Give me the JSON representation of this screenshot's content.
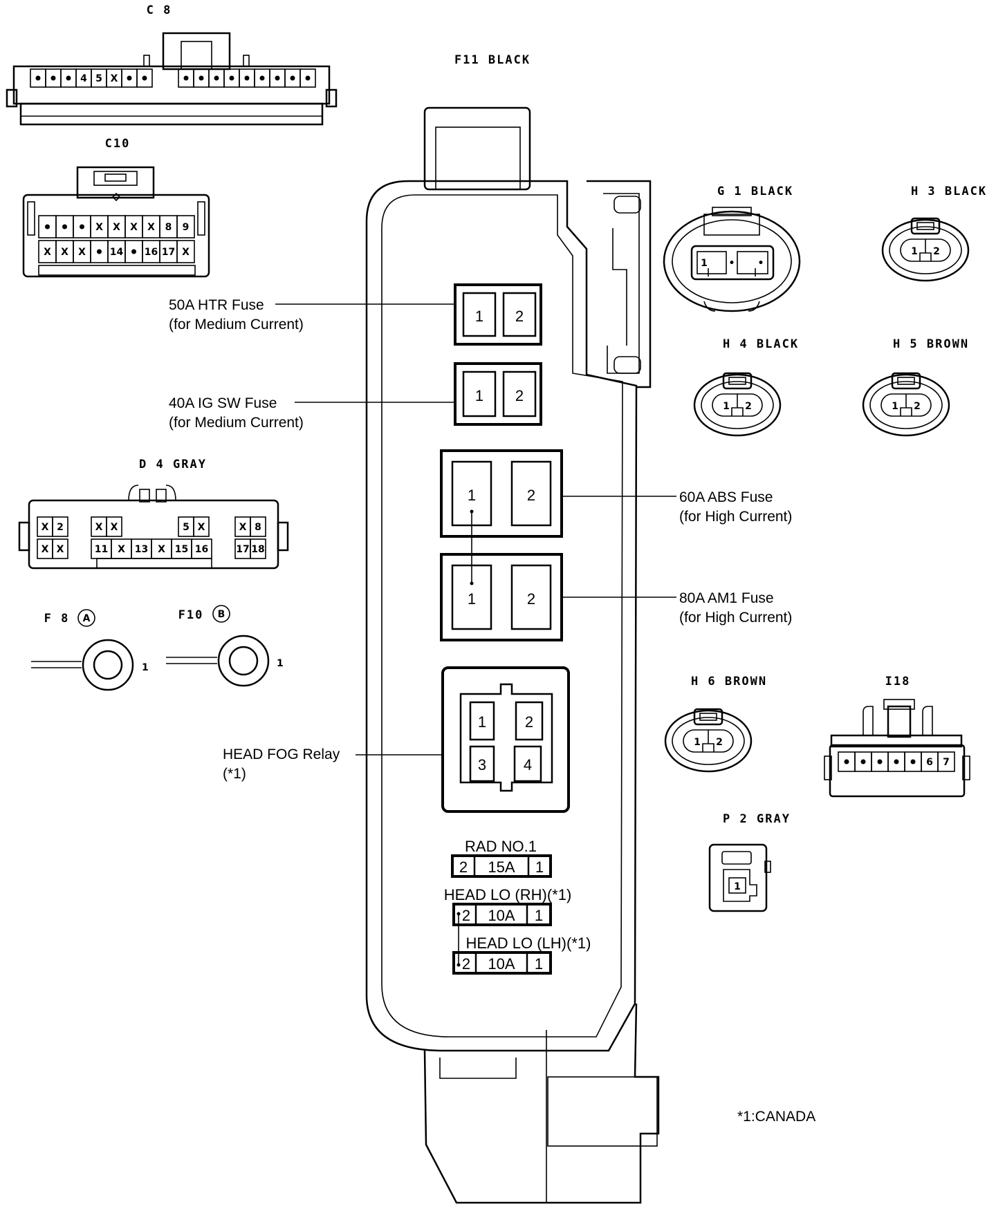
{
  "connectors": {
    "c8": {
      "title": "C 8",
      "cells": [
        "•",
        "•",
        "•",
        "4",
        "5",
        "X",
        "•",
        "•",
        "•",
        "•",
        "•",
        "•",
        "•",
        "•",
        "•",
        "•",
        "•"
      ]
    },
    "c10": {
      "title": "C10",
      "row1": [
        "•",
        "•",
        "•",
        "X",
        "X",
        "X",
        "X",
        "8",
        "9"
      ],
      "row2": [
        "X",
        "X",
        "X",
        "•",
        "14",
        "•",
        "16",
        "17",
        "X"
      ]
    },
    "d4": {
      "title": "D 4  GRAY",
      "left_top": [
        "X",
        "2"
      ],
      "left_bot": [
        "X",
        "X"
      ],
      "mid_top": [
        "X",
        "X",
        "5",
        "X"
      ],
      "mid_bot": [
        "11",
        "X",
        "13",
        "X",
        "15",
        "16"
      ],
      "right_top": [
        "X",
        "8"
      ],
      "right_bot": [
        "17",
        "18"
      ]
    },
    "f8": {
      "title": "F 8",
      "badge": "A",
      "pin": "1"
    },
    "f10": {
      "title": "F10",
      "badge": "B",
      "pin": "1"
    },
    "f11": {
      "title": "F11  BLACK"
    },
    "g1": {
      "title": "G 1  BLACK",
      "pins": [
        "1",
        "•",
        "•"
      ]
    },
    "h3": {
      "title": "H 3  BLACK",
      "pins": [
        "1",
        "2"
      ]
    },
    "h4": {
      "title": "H 4  BLACK",
      "pins": [
        "1",
        "2"
      ]
    },
    "h5": {
      "title": "H 5  BROWN",
      "pins": [
        "1",
        "2"
      ]
    },
    "h6": {
      "title": "H 6  BROWN",
      "pins": [
        "1",
        "2"
      ]
    },
    "i18": {
      "title": "I18",
      "cells": [
        "•",
        "•",
        "•",
        "•",
        "•",
        "6",
        "7"
      ]
    },
    "p2": {
      "title": "P 2  GRAY",
      "pin": "1"
    }
  },
  "fuses": {
    "htr": {
      "callout": "50A HTR Fuse",
      "note": "(for Medium Current)",
      "pins": [
        "1",
        "2"
      ]
    },
    "igsw": {
      "callout": "40A IG SW Fuse",
      "note": "(for Medium Current)",
      "pins": [
        "1",
        "2"
      ]
    },
    "abs": {
      "callout": "60A ABS Fuse",
      "note": "(for High Current)",
      "pins": [
        "1",
        "2"
      ]
    },
    "am1": {
      "callout": "80A AM1 Fuse",
      "note": "(for High Current)",
      "pins": [
        "1",
        "2"
      ]
    },
    "relay": {
      "callout": "HEAD FOG Relay",
      "note": "(*1)",
      "pins": [
        "1",
        "2",
        "3",
        "4"
      ]
    },
    "rad": {
      "label": "RAD NO.1",
      "cells": [
        "2",
        "15A",
        "1"
      ]
    },
    "headlo_rh": {
      "label": "HEAD LO (RH)(*1)",
      "cells": [
        "2",
        "10A",
        "1"
      ]
    },
    "headlo_lh": {
      "label": "HEAD LO (LH)(*1)",
      "cells": [
        "2",
        "10A",
        "1"
      ]
    }
  },
  "footnote": "*1:CANADA"
}
